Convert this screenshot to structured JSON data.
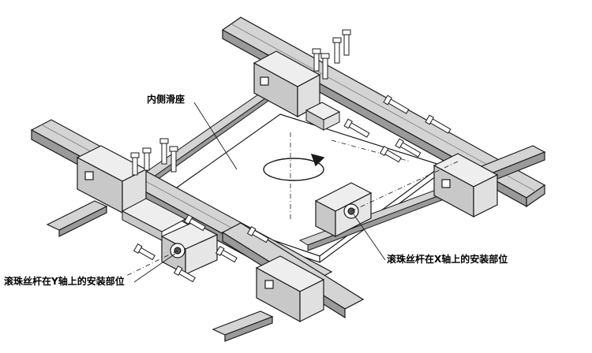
{
  "labels": {
    "inner_slider": "内侧滑座",
    "y_axis_ballscrew": "滚珠丝杆在Y轴上的安装部位",
    "x_axis_ballscrew": "滚珠丝杆在X轴上的安装部位"
  },
  "colors": {
    "line": "#1a1a1a",
    "rail_face": "#9a9a9a",
    "rail_top": "#d4d4d4",
    "block": "#eeeeee",
    "block_shade": "#c8c8c8",
    "background": "#ffffff"
  },
  "icons": [
    "rotation-arrow-icon",
    "hex-bolt-icon"
  ]
}
